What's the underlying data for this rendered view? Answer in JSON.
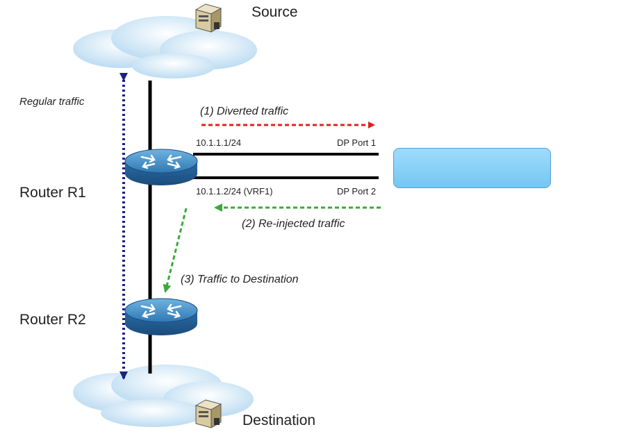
{
  "labels": {
    "source": "Source",
    "destination": "Destination",
    "router_r1": "Router R1",
    "router_r2": "Router R2",
    "regular_traffic": "Regular traffic",
    "diverted_traffic": "(1) Diverted traffic",
    "reinjected_traffic": "(2) Re-injected traffic",
    "traffic_to_destination": "(3) Traffic to Destination",
    "ip_port1": "10.1.1.1/24",
    "ip_port2": "10.1.1.2/24 (VRF1)",
    "dp_port1": "DP Port 1",
    "dp_port2": "DP Port 2"
  },
  "colors": {
    "diverted": "#e02020",
    "reinjected": "#3aa93a",
    "regular": "#1a237e",
    "box": "#84cdf5"
  },
  "icons": [
    "cloud-icon",
    "server-icon",
    "router-icon"
  ]
}
